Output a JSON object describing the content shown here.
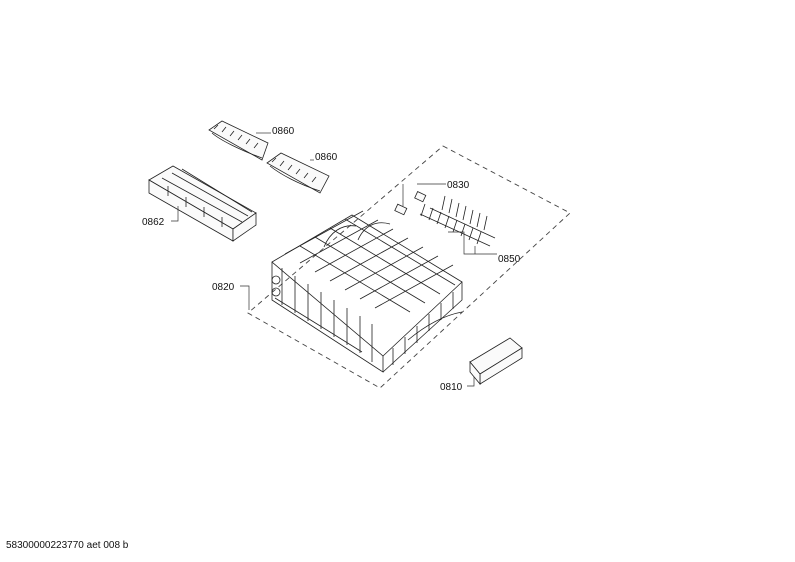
{
  "callouts": {
    "p0860a": "0860",
    "p0860b": "0860",
    "p0862": "0862",
    "p0830": "0830",
    "p0850": "0850",
    "p0820": "0820",
    "p0810": "0810"
  },
  "document_id": "58300000223770 aet 008 b"
}
